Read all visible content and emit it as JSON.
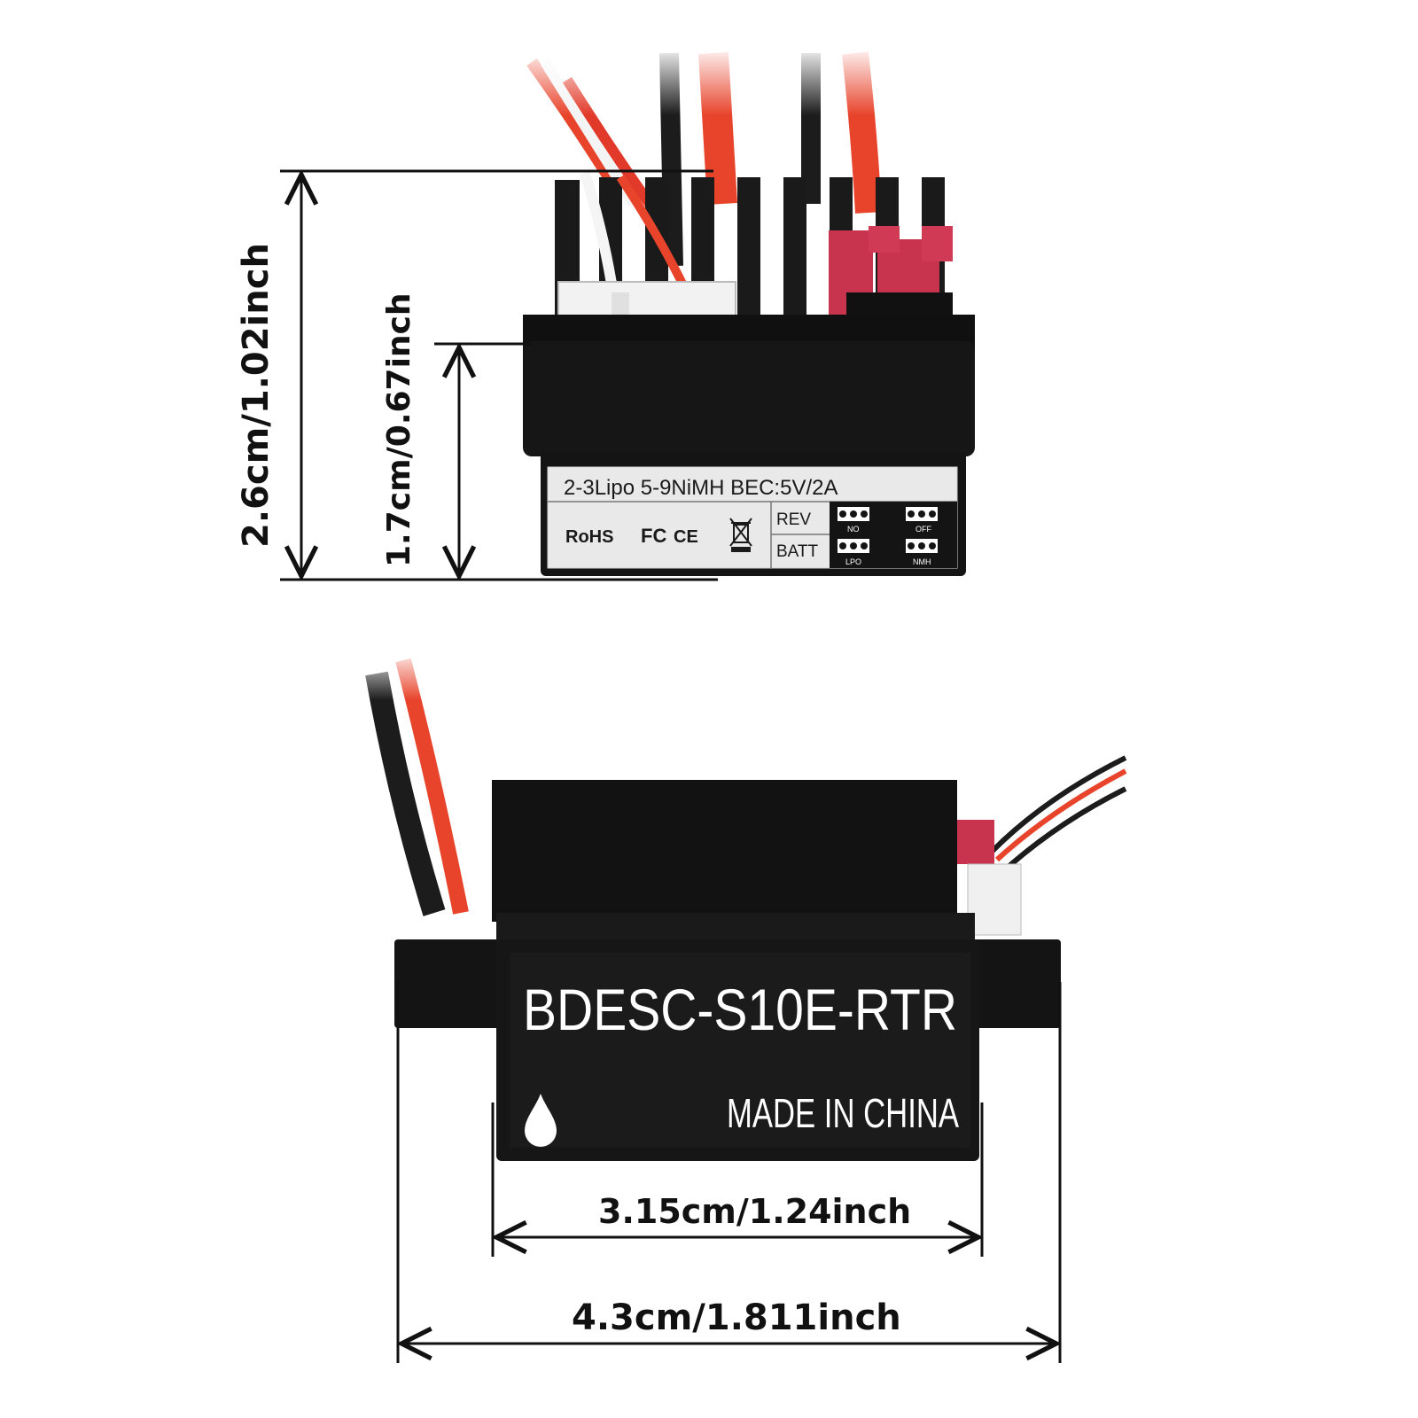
{
  "top_view": {
    "label": {
      "specs": "2-3Lipo  5-9NiMH  BEC:5V/2A",
      "rohs": "RoHS",
      "fc": "FC",
      "ce": "CE",
      "rev_label": "REV",
      "batt_label": "BATT",
      "rev_option_1": "NO",
      "rev_option_2": "OFF",
      "batt_option_1": "LPO",
      "batt_option_2": "NMH"
    },
    "dimensions": {
      "height_total": "2.6cm/1.02inch",
      "height_body": "1.7cm/0.67inch"
    }
  },
  "front_view": {
    "model": "BDESC-S10E-RTR",
    "origin": "MADE IN CHINA",
    "dimensions": {
      "width_body": "3.15cm/1.24inch",
      "width_total": "4.3cm/1.811inch"
    }
  },
  "colors": {
    "body": "#161616",
    "wire_red": "#e8442c",
    "wire_black": "#1c1c1c",
    "jumper_red": "#c8334e",
    "connector_white": "#f2f2f2",
    "label_bg": "#e9e9e9"
  },
  "icons": [
    "weee-bin-icon",
    "water-drop-icon",
    "arrow-icon"
  ]
}
